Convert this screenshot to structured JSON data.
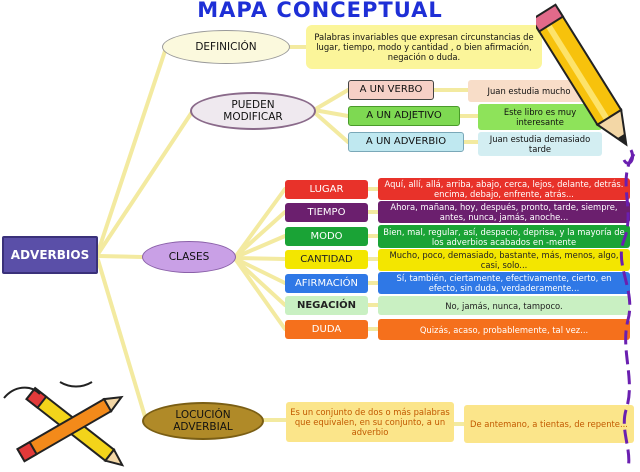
{
  "title": "MAPA CONCEPTUAL",
  "central": "ADVERBIOS",
  "definicion": {
    "label": "DEFINICIÓN",
    "text": "Palabras invariables que expresan circunstancias de lugar, tiempo, modo y cantidad , o bien afirmación, negación o duda."
  },
  "pueden": {
    "label": "PUEDEN MODIFICAR",
    "items": [
      {
        "label": "A UN VERBO",
        "example": "Juan estudia mucho"
      },
      {
        "label": "A UN ADJETIVO",
        "example": "Este libro es muy interesante"
      },
      {
        "label": "A UN ADVERBIO",
        "example": "Juan estudia demasiado tarde"
      }
    ]
  },
  "clases": {
    "label": "CLASES",
    "items": [
      {
        "label": "LUGAR",
        "text": "Aquí, allí, allá, arriba, abajo, cerca, lejos, delante, detrás. encima, debajo, enfrente, atrás..."
      },
      {
        "label": "TIEMPO",
        "text": "Ahora, mañana, hoy, después, pronto, tarde, siempre, antes, nunca, jamás, anoche..."
      },
      {
        "label": "MODO",
        "text": "Bien, mal, regular, así, despacio, deprisa, y la mayoría de los adverbios acabados en -mente"
      },
      {
        "label": "CANTIDAD",
        "text": "Mucho, poco, demasiado, bastante, más, menos, algo, casi, solo..."
      },
      {
        "label": "AFIRMACIÓN",
        "text": "Sí, también, ciertamente, efectivamente, cierto, en efecto, sin duda, verdaderamente..."
      },
      {
        "label": "NEGACIÓN",
        "text": "No, jamás, nunca, tampoco."
      },
      {
        "label": "DUDA",
        "text": "Quizás, acaso, probablemente, tal vez..."
      }
    ]
  },
  "locucion": {
    "label": "LOCUCIÓN ADVERBIAL",
    "text": "Es un conjunto de dos o más palabras que equivalen, en su conjunto, a un adverbio",
    "example": "De antemano, a tientas, de repente..."
  },
  "colors": {
    "title": "#1e2fd6",
    "connector": "#f5eea0",
    "central": "#5a4fa8",
    "lugar": "#e8322a",
    "tiempo": "#6b1f6e",
    "modo": "#1aa336",
    "cantidad": "#f3e600",
    "afirmacion": "#2f78e6",
    "negacion": "#c9f0c2",
    "duda": "#f5701c"
  },
  "icons": [
    "pencil-icon",
    "crossed-pencils-icon",
    "purple-curl-icon"
  ]
}
